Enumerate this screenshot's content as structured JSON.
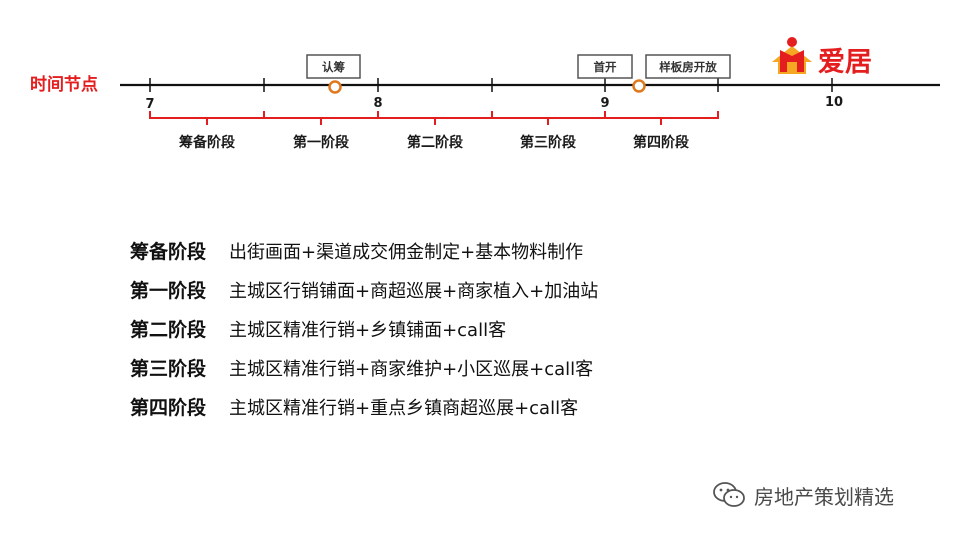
{
  "timeline": {
    "title": "时间节点",
    "ticks": [
      {
        "label": "7"
      },
      {
        "label": "8"
      },
      {
        "label": "9"
      },
      {
        "label": "10"
      }
    ],
    "phases": [
      {
        "name": "筹备阶段"
      },
      {
        "name": "第一阶段"
      },
      {
        "name": "第二阶段"
      },
      {
        "name": "第三阶段"
      },
      {
        "name": "第四阶段"
      }
    ],
    "events": [
      {
        "label": "认筹"
      },
      {
        "label": "首开"
      },
      {
        "label": "样板房开放"
      }
    ],
    "colors": {
      "axis": "#111111",
      "bracket": "#e41e1e",
      "title": "#e41e1e",
      "event_marker": "#e0781e",
      "event_box_border": "#555555"
    }
  },
  "logo": {
    "text": "爱居",
    "icon": "house-person-logo",
    "color": "#e41e1e",
    "accent": "#f5a623"
  },
  "details": [
    {
      "name": "筹备阶段",
      "desc": "出街画面+渠道成交佣金制定+基本物料制作"
    },
    {
      "name": "第一阶段",
      "desc": "主城区行销铺面+商超巡展+商家植入+加油站"
    },
    {
      "name": "第二阶段",
      "desc": "主城区精准行销+乡镇铺面+call客"
    },
    {
      "name": "第三阶段",
      "desc": "主城区精准行销+商家维护+小区巡展+call客"
    },
    {
      "name": "第四阶段",
      "desc": "主城区精准行销+重点乡镇商超巡展+call客"
    }
  ],
  "watermark": {
    "icon": "wechat-icon",
    "text": "房地产策划精选"
  }
}
